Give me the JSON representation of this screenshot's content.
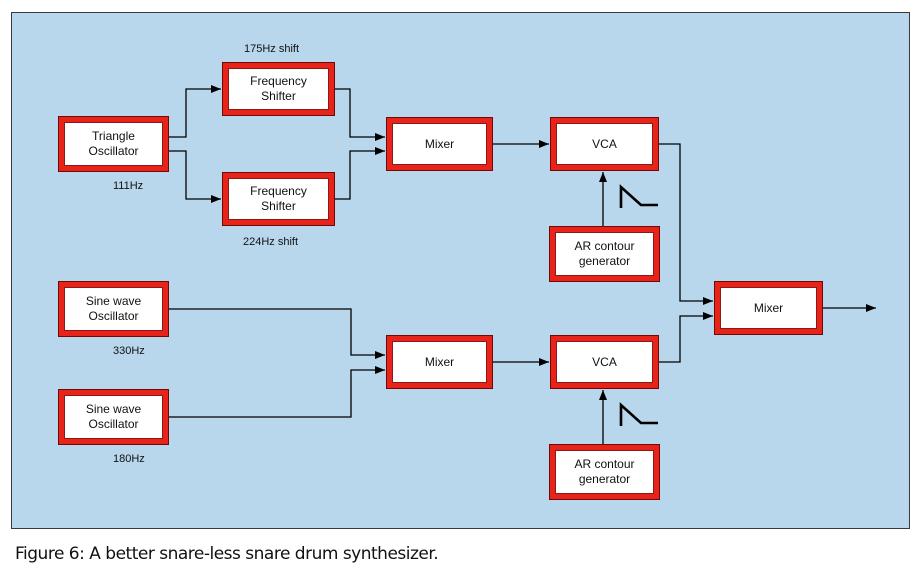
{
  "blocks": {
    "triangle_osc": [
      "Triangle",
      "Oscillator"
    ],
    "freq_shifter_top": [
      "Frequency",
      "Shifter"
    ],
    "freq_shifter_bottom": [
      "Frequency",
      "Shifter"
    ],
    "mixer_top": "Mixer",
    "vca_top": "VCA",
    "ar_top": [
      "AR contour",
      "generator"
    ],
    "mixer_final": "Mixer",
    "sine_osc_1": [
      "Sine wave",
      "Oscillator"
    ],
    "sine_osc_2": [
      "Sine wave",
      "Oscillator"
    ],
    "mixer_bottom": "Mixer",
    "vca_bottom": "VCA",
    "ar_bottom": [
      "AR contour",
      "generator"
    ]
  },
  "labels": {
    "shift_top": "175Hz shift",
    "shift_bottom": "224Hz shift",
    "triangle_freq": "111Hz",
    "sine1_freq": "330Hz",
    "sine2_freq": "180Hz"
  },
  "caption": "Figure 6: A better snare-less snare drum synthesizer.",
  "colors": {
    "panel": "#b8d7ec",
    "block_border": "#e8231a",
    "wire": "#000000"
  }
}
